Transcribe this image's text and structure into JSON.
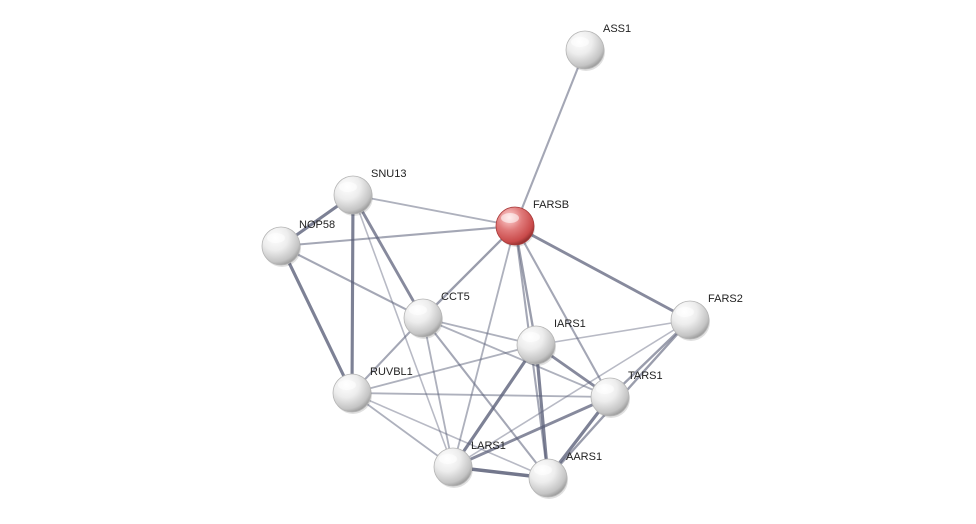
{
  "network": {
    "query_color": "#d9534f",
    "node_color": "#e8e8e8",
    "edge_color": "#5a5f78",
    "nodes": [
      {
        "id": "ASS1",
        "label": "ASS1",
        "query": false
      },
      {
        "id": "FARSB",
        "label": "FARSB",
        "query": true
      },
      {
        "id": "SNU13",
        "label": "SNU13",
        "query": false
      },
      {
        "id": "NOP58",
        "label": "NOP58",
        "query": false
      },
      {
        "id": "CCT5",
        "label": "CCT5",
        "query": false
      },
      {
        "id": "FARS2",
        "label": "FARS2",
        "query": false
      },
      {
        "id": "IARS1",
        "label": "IARS1",
        "query": false
      },
      {
        "id": "RUVBL1",
        "label": "RUVBL1",
        "query": false
      },
      {
        "id": "TARS1",
        "label": "TARS1",
        "query": false
      },
      {
        "id": "LARS1",
        "label": "LARS1",
        "query": false
      },
      {
        "id": "AARS1",
        "label": "AARS1",
        "query": false
      }
    ],
    "edges": [
      {
        "source": "FARSB",
        "target": "ASS1",
        "strength": 0.5
      },
      {
        "source": "FARSB",
        "target": "SNU13",
        "strength": 0.4
      },
      {
        "source": "FARSB",
        "target": "NOP58",
        "strength": 0.5
      },
      {
        "source": "FARSB",
        "target": "CCT5",
        "strength": 0.6
      },
      {
        "source": "FARSB",
        "target": "FARS2",
        "strength": 0.8
      },
      {
        "source": "FARSB",
        "target": "IARS1",
        "strength": 0.6
      },
      {
        "source": "FARSB",
        "target": "TARS1",
        "strength": 0.5
      },
      {
        "source": "FARSB",
        "target": "LARS1",
        "strength": 0.4
      },
      {
        "source": "FARSB",
        "target": "AARS1",
        "strength": 0.5
      },
      {
        "source": "SNU13",
        "target": "NOP58",
        "strength": 0.9
      },
      {
        "source": "SNU13",
        "target": "CCT5",
        "strength": 0.8
      },
      {
        "source": "SNU13",
        "target": "RUVBL1",
        "strength": 0.9
      },
      {
        "source": "SNU13",
        "target": "LARS1",
        "strength": 0.3
      },
      {
        "source": "NOP58",
        "target": "RUVBL1",
        "strength": 0.9
      },
      {
        "source": "NOP58",
        "target": "CCT5",
        "strength": 0.5
      },
      {
        "source": "CCT5",
        "target": "RUVBL1",
        "strength": 0.5
      },
      {
        "source": "CCT5",
        "target": "IARS1",
        "strength": 0.4
      },
      {
        "source": "CCT5",
        "target": "TARS1",
        "strength": 0.4
      },
      {
        "source": "CCT5",
        "target": "LARS1",
        "strength": 0.4
      },
      {
        "source": "CCT5",
        "target": "AARS1",
        "strength": 0.5
      },
      {
        "source": "FARS2",
        "target": "IARS1",
        "strength": 0.3
      },
      {
        "source": "FARS2",
        "target": "TARS1",
        "strength": 0.6
      },
      {
        "source": "FARS2",
        "target": "AARS1",
        "strength": 0.6
      },
      {
        "source": "FARS2",
        "target": "LARS1",
        "strength": 0.3
      },
      {
        "source": "IARS1",
        "target": "RUVBL1",
        "strength": 0.4
      },
      {
        "source": "IARS1",
        "target": "TARS1",
        "strength": 0.8
      },
      {
        "source": "IARS1",
        "target": "LARS1",
        "strength": 0.9
      },
      {
        "source": "IARS1",
        "target": "AARS1",
        "strength": 0.9
      },
      {
        "source": "RUVBL1",
        "target": "TARS1",
        "strength": 0.4
      },
      {
        "source": "RUVBL1",
        "target": "LARS1",
        "strength": 0.4
      },
      {
        "source": "RUVBL1",
        "target": "AARS1",
        "strength": 0.3
      },
      {
        "source": "TARS1",
        "target": "LARS1",
        "strength": 0.8
      },
      {
        "source": "TARS1",
        "target": "AARS1",
        "strength": 0.9
      },
      {
        "source": "LARS1",
        "target": "AARS1",
        "strength": 1.0
      }
    ]
  }
}
